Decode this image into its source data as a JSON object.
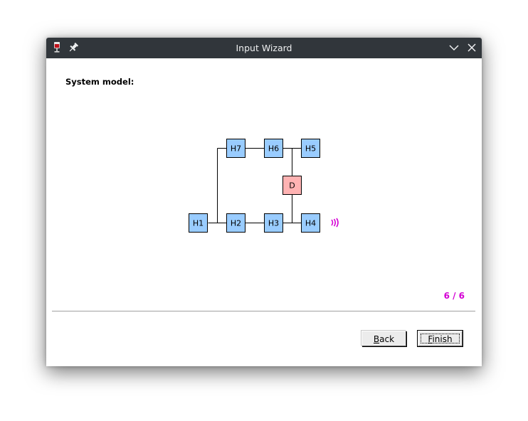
{
  "window": {
    "title": "Input Wizard",
    "icons": {
      "app": "wine-glass-icon",
      "pin": "pin-icon",
      "minimize": "chevron-down-icon",
      "close": "close-icon"
    },
    "colors": {
      "titlebar": "#31363b",
      "title_text": "#eff0f1"
    }
  },
  "wizard": {
    "heading": "System model:",
    "page_indicator": "6 / 6",
    "buttons": {
      "back": {
        "accel": "B",
        "rest": "ack"
      },
      "finish": {
        "accel": "F",
        "rest": "inish"
      }
    }
  },
  "diagram": {
    "colors": {
      "host_fill": "#99ccff",
      "device_fill": "#ffb3b3",
      "border": "#000000",
      "signal": "#d400d4"
    },
    "nodes": [
      {
        "id": "H7",
        "label": "H7",
        "kind": "host"
      },
      {
        "id": "H6",
        "label": "H6",
        "kind": "host"
      },
      {
        "id": "H5",
        "label": "H5",
        "kind": "host"
      },
      {
        "id": "D",
        "label": "D",
        "kind": "device"
      },
      {
        "id": "H1",
        "label": "H1",
        "kind": "host"
      },
      {
        "id": "H2",
        "label": "H2",
        "kind": "host"
      },
      {
        "id": "H3",
        "label": "H3",
        "kind": "host"
      },
      {
        "id": "H4",
        "label": "H4",
        "kind": "host"
      }
    ],
    "signal_icon": "radio-waves-icon"
  }
}
